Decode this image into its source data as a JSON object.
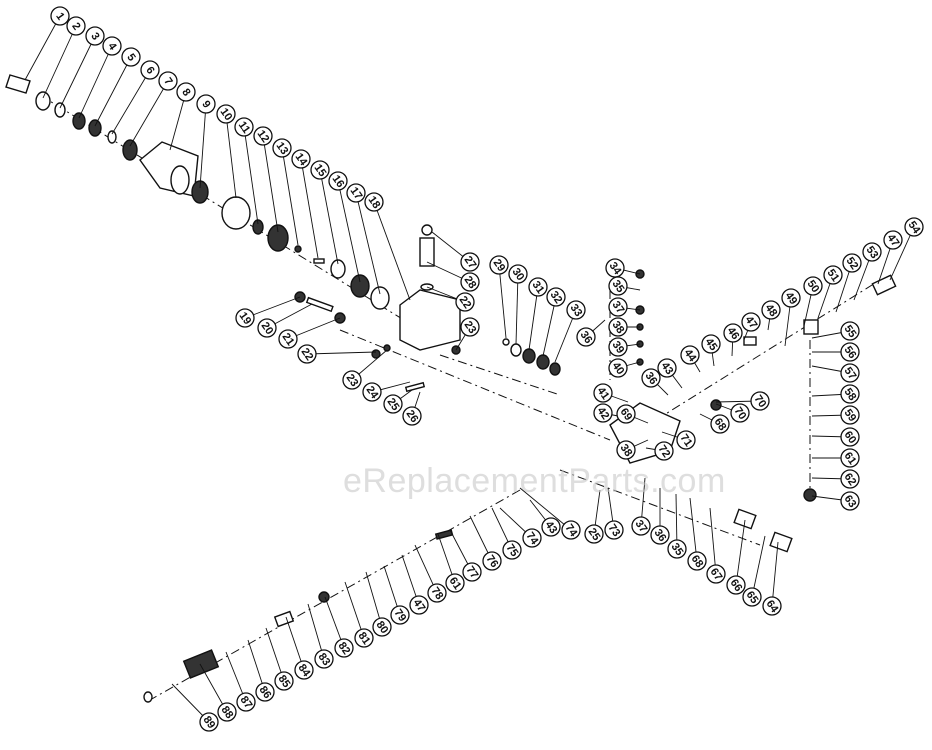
{
  "diagram": {
    "watermark": "eReplacementParts.com",
    "callouts": [
      "1",
      "2",
      "3",
      "4",
      "5",
      "6",
      "7",
      "8",
      "9",
      "10",
      "11",
      "12",
      "13",
      "14",
      "15",
      "16",
      "17",
      "18",
      "19",
      "20",
      "21",
      "22",
      "23",
      "24",
      "25",
      "26",
      "27",
      "28",
      "29",
      "30",
      "31",
      "32",
      "33",
      "34",
      "35",
      "36",
      "37",
      "38",
      "39",
      "40",
      "41",
      "42",
      "43",
      "44",
      "45",
      "46",
      "47",
      "48",
      "49",
      "50",
      "51",
      "52",
      "53",
      "54",
      "55",
      "56",
      "57",
      "58",
      "59",
      "60",
      "61",
      "62",
      "63",
      "64",
      "65",
      "66",
      "67",
      "68",
      "69",
      "70",
      "71",
      "72",
      "73",
      "74",
      "75",
      "76",
      "77",
      "78",
      "79",
      "80",
      "81",
      "82",
      "83",
      "84",
      "85",
      "86",
      "87",
      "88",
      "89"
    ]
  }
}
